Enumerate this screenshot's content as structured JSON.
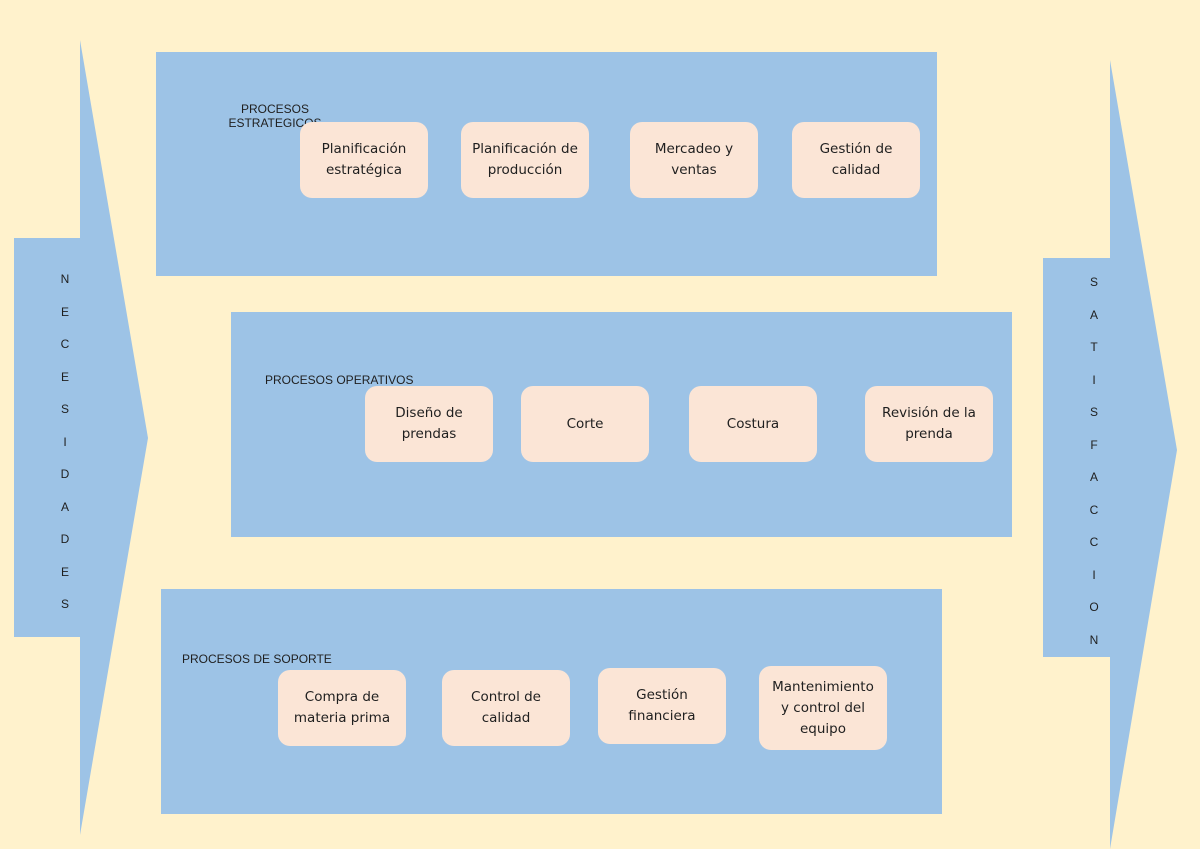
{
  "colors": {
    "background": "#fff2cc",
    "panel": "#9dc3e6",
    "box": "#fbe5d6",
    "arrow": "#9dc3e6"
  },
  "left_arrow": {
    "letters": [
      "N",
      "E",
      "C",
      "E",
      "S",
      "I",
      "D",
      "A",
      "D",
      "E",
      "S"
    ]
  },
  "right_arrow": {
    "letters": [
      "S",
      "A",
      "T",
      "I",
      "S",
      "F",
      "A",
      "C",
      "C",
      "I",
      "O",
      "N"
    ]
  },
  "strategic": {
    "label": "PROCESOS ESTRATEGICOS",
    "boxes": [
      "Planificación estratégica",
      "Planificación de producción",
      "Mercadeo y ventas",
      "Gestión de calidad"
    ]
  },
  "operative": {
    "label": "PROCESOS OPERATIVOS",
    "boxes": [
      "Diseño de prendas",
      "Corte",
      "Costura",
      "Revisión de la prenda"
    ]
  },
  "support": {
    "label": "PROCESOS DE SOPORTE",
    "boxes": [
      "Compra de materia prima",
      "Control de calidad",
      "Gestión financiera",
      "Mantenimiento y control del equipo"
    ]
  }
}
